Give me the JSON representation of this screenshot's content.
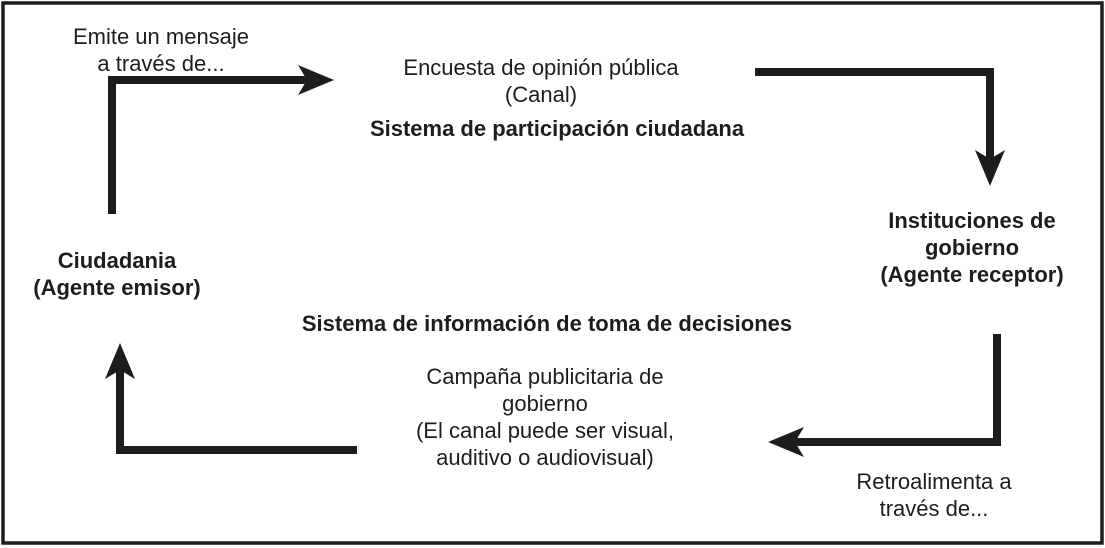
{
  "diagram": {
    "type": "cycle-flowchart",
    "colors": {
      "background": "#ffffff",
      "ink": "#1d1d1b"
    },
    "nodes": {
      "ciudadania": {
        "role": "emitter",
        "lines": [
          "Ciudadania",
          "(Agente emisor)"
        ]
      },
      "encuesta": {
        "role": "channel",
        "lines": [
          "Encuesta de opinión pública",
          "(Canal)"
        ]
      },
      "instituciones": {
        "role": "receiver",
        "lines": [
          "Instituciones de",
          "gobierno",
          "(Agente receptor)"
        ]
      },
      "campana": {
        "role": "feedback-channel",
        "lines": [
          "Campaña publicitaria de",
          "gobierno",
          "(El canal puede ser visual,",
          "auditivo o audiovisual)"
        ]
      }
    },
    "system_labels": {
      "participacion": "Sistema de participación ciudadana",
      "informacion": "Sistema de información de toma de decisiones"
    },
    "arrow_labels": {
      "emite": {
        "lines": [
          "Emite un mensaje",
          "a través de..."
        ]
      },
      "retroalimenta": {
        "lines": [
          "Retroalimenta a",
          "través de..."
        ]
      }
    },
    "arrows": [
      {
        "id": "citizen-to-survey",
        "from": "ciudadania",
        "to": "encuesta",
        "label": "emite"
      },
      {
        "id": "survey-to-institutions",
        "from": "encuesta",
        "to": "instituciones",
        "label": ""
      },
      {
        "id": "institutions-to-campaign",
        "from": "instituciones",
        "to": "campana",
        "label": "retroalimenta"
      },
      {
        "id": "campaign-to-citizen",
        "from": "campana",
        "to": "ciudadania",
        "label": ""
      }
    ]
  }
}
